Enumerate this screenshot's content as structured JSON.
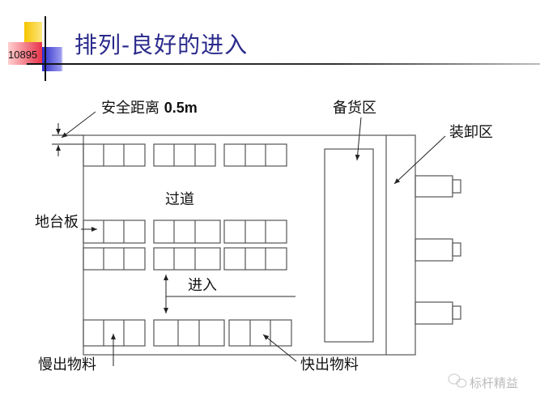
{
  "slide": {
    "number": "10895",
    "title": "排列-良好的进入"
  },
  "labels": {
    "safety_distance": "安全距离",
    "safety_distance_value": "0.5m",
    "staging_area": "备货区",
    "loading_area": "装卸区",
    "aisle": "过道",
    "pallet": "地台板",
    "entry": "进入",
    "slow_moving": "慢出物料",
    "fast_moving": "快出物料"
  },
  "watermark": {
    "icon": "wechat-icon",
    "text": "标杆精益"
  },
  "colors": {
    "title": "#2a2a8c",
    "line": "#555555",
    "accent_yellow": "#f5c400",
    "accent_red": "#e8334a",
    "accent_blue": "#2d2dcc"
  },
  "layout": {
    "pallet_rows": 4,
    "pallet_groups_per_row": 3,
    "cells_per_group": 3,
    "loading_docks": 3
  }
}
